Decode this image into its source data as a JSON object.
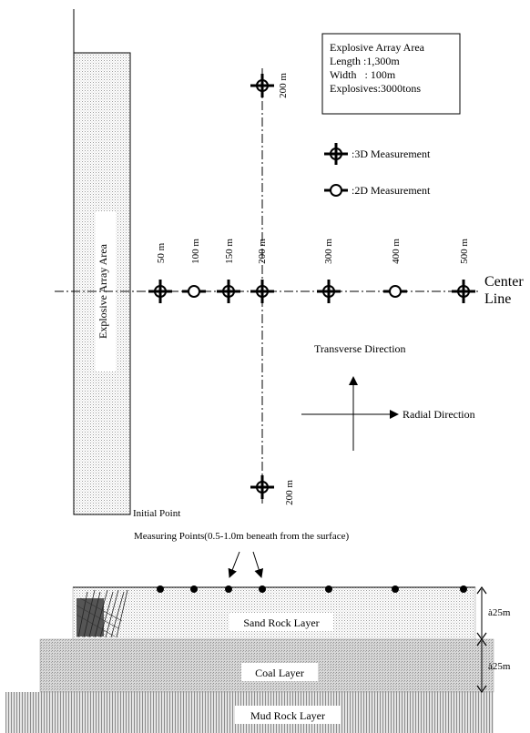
{
  "info_box": {
    "title": "Explosive Array Area",
    "length": "Length :1,300m",
    "width": "Width   : 100m",
    "explosives": "Explosives:3000tons"
  },
  "legend": {
    "measurement_3d": ":3D Measurement",
    "measurement_2d": ":2D Measurement"
  },
  "array_area_label": "Explosive Array Area",
  "distance_labels": [
    "50 m",
    "100 m",
    "150 m",
    "200 m",
    "300 m",
    "400 m",
    "500 m"
  ],
  "transverse_top_label": "200 m",
  "transverse_bottom_label": "200 m",
  "center_line": {
    "line1": "Center",
    "line2": "Line"
  },
  "transverse_direction": "Transverse Direction",
  "radial_direction": "Radial Direction",
  "initial_point": "Initial Point",
  "measuring_points": "Measuring Points(0.5-1.0m beneath from the surface)",
  "layers": {
    "sand": "Sand Rock Layer",
    "coal": "Coal Layer",
    "mud": "Mud Rock Layer"
  },
  "layer_thickness": {
    "sand": "à25m",
    "coal": "à25m"
  }
}
